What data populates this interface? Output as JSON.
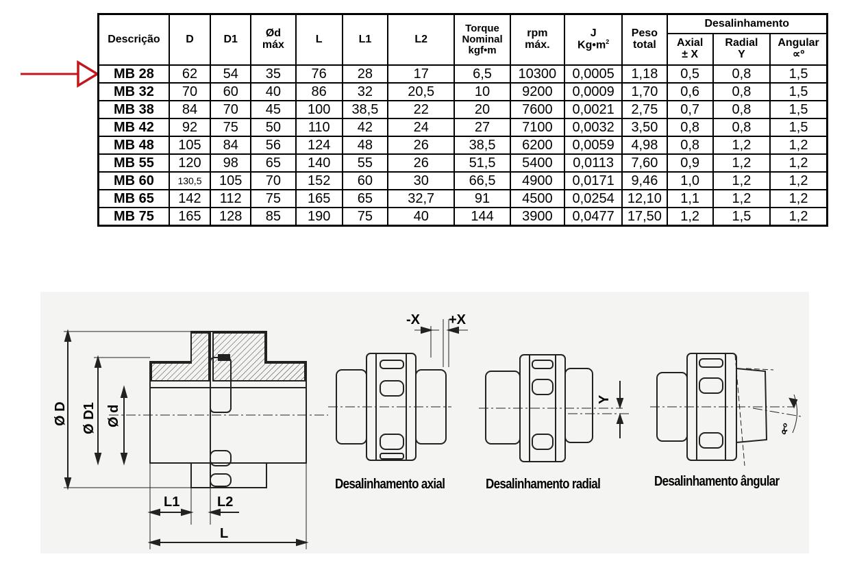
{
  "table": {
    "headers": {
      "descricao": "Descrição",
      "d": "D",
      "d1": "D1",
      "od_max_1": "Ød",
      "od_max_2": "máx",
      "l": "L",
      "l1": "L1",
      "l2": "L2",
      "torque_1": "Torque",
      "torque_2": "Nominal",
      "torque_3": "kgf•m",
      "rpm_1": "rpm",
      "rpm_2": "máx.",
      "j_1": "J",
      "j_2": "Kg•m",
      "j_sup": "2",
      "peso_1": "Peso",
      "peso_2": "total",
      "desalinhamento": "Desalinhamento",
      "axial_1": "Axial",
      "axial_2": "± X",
      "radial_1": "Radial",
      "radial_2": "Y",
      "angular_1": "Angular",
      "angular_2": "∝º"
    },
    "rows": [
      [
        "MB 28",
        "62",
        "54",
        "35",
        "76",
        "28",
        "17",
        "6,5",
        "10300",
        "0,0005",
        "1,18",
        "0,5",
        "0,8",
        "1,5"
      ],
      [
        "MB 32",
        "70",
        "60",
        "40",
        "86",
        "32",
        "20,5",
        "10",
        "9200",
        "0,0009",
        "1,70",
        "0,6",
        "0,8",
        "1,5"
      ],
      [
        "MB 38",
        "84",
        "70",
        "45",
        "100",
        "38,5",
        "22",
        "20",
        "7600",
        "0,0021",
        "2,75",
        "0,7",
        "0,8",
        "1,5"
      ],
      [
        "MB 42",
        "92",
        "75",
        "50",
        "110",
        "42",
        "24",
        "27",
        "7100",
        "0,0032",
        "3,50",
        "0,8",
        "0,8",
        "1,5"
      ],
      [
        "MB 48",
        "105",
        "84",
        "56",
        "124",
        "48",
        "26",
        "38,5",
        "6200",
        "0,0059",
        "4,98",
        "0,8",
        "1,2",
        "1,2"
      ],
      [
        "MB 55",
        "120",
        "98",
        "65",
        "140",
        "55",
        "26",
        "51,5",
        "5400",
        "0,0113",
        "7,60",
        "0,9",
        "1,2",
        "1,2"
      ],
      [
        "MB 60",
        "130,5",
        "105",
        "70",
        "152",
        "60",
        "30",
        "66,5",
        "4900",
        "0,0171",
        "9,46",
        "1,0",
        "1,2",
        "1,2"
      ],
      [
        "MB 65",
        "142",
        "112",
        "75",
        "165",
        "65",
        "32,7",
        "91",
        "4500",
        "0,0254",
        "12,10",
        "1,1",
        "1,2",
        "1,2"
      ],
      [
        "MB 75",
        "165",
        "128",
        "85",
        "190",
        "75",
        "40",
        "144",
        "3900",
        "0,0477",
        "17,50",
        "1,2",
        "1,5",
        "1,2"
      ]
    ]
  },
  "arrow": {
    "color": "#c0171b",
    "icon": "arrow-right-icon"
  },
  "drawing": {
    "dim_od": "Ø D",
    "dim_od1": "Ø D1",
    "dim_odd": "Ø d",
    "dim_l1": "L1",
    "dim_l2": "L2",
    "dim_l": "L",
    "dim_minus_x": "-X",
    "dim_plus_x": "+X",
    "dim_y": "Y",
    "dim_angle": "∝º",
    "caption_axial": "Desalinhamento axial",
    "caption_radial": "Desalinhamento radial",
    "caption_angular": "Desalinhamento ângular"
  }
}
